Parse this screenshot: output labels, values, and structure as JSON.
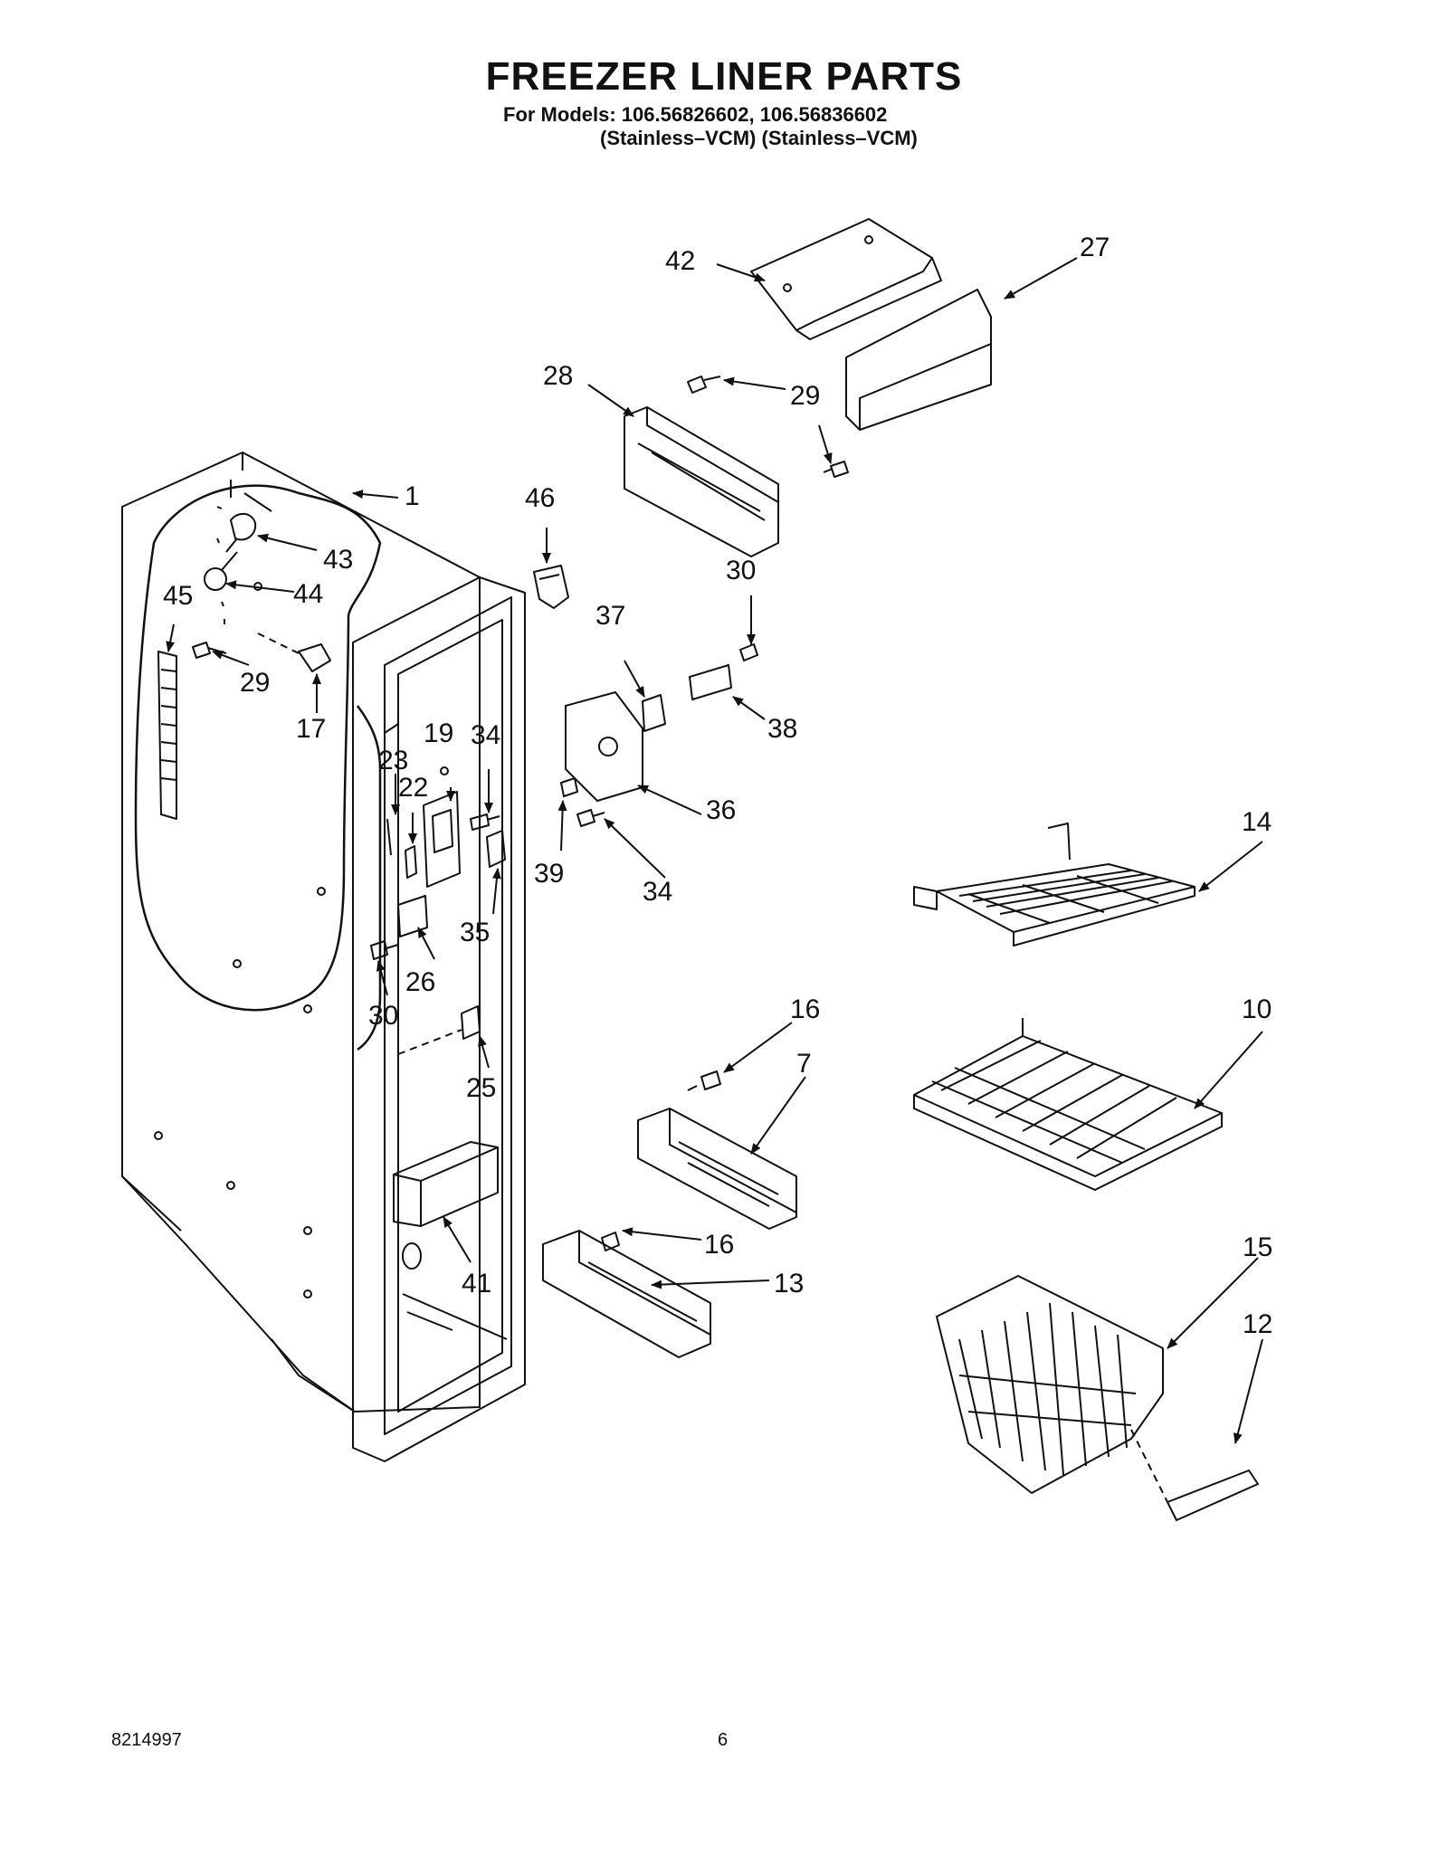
{
  "title": "FREEZER LINER PARTS",
  "models_line": "For Models: 106.56826602, 106.56836602",
  "variants_line": "(Stainless–VCM) (Stainless–VCM)",
  "callouts": [
    "42",
    "27",
    "28",
    "29",
    "29",
    "1",
    "46",
    "43",
    "44",
    "45",
    "29",
    "17",
    "30",
    "37",
    "38",
    "23",
    "19",
    "34",
    "22",
    "36",
    "39",
    "34",
    "14",
    "35",
    "26",
    "30",
    "16",
    "10",
    "7",
    "25",
    "16",
    "13",
    "41",
    "15",
    "12"
  ],
  "footer": {
    "doc_number": "8214997",
    "page_number": "6"
  }
}
